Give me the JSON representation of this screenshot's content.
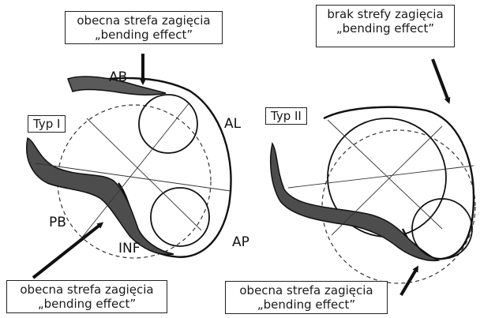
{
  "panels": [
    {
      "type_label": "Typ I",
      "top_note": [
        "obecna strefa zagięcia",
        "„bending effect”"
      ],
      "bottom_note": [
        "obecna strefa zagięcia",
        "„bending effect”"
      ],
      "segments": {
        "ab": "AB",
        "al": "AL",
        "pb": "PB",
        "inf": "INF",
        "ap": "AP"
      }
    },
    {
      "type_label": "Typ II",
      "top_note": [
        "brak strefy zagięcia",
        "„bending effect”"
      ],
      "bottom_note": [
        "obecna strefa zagięcia",
        "„bending effect”"
      ]
    }
  ]
}
